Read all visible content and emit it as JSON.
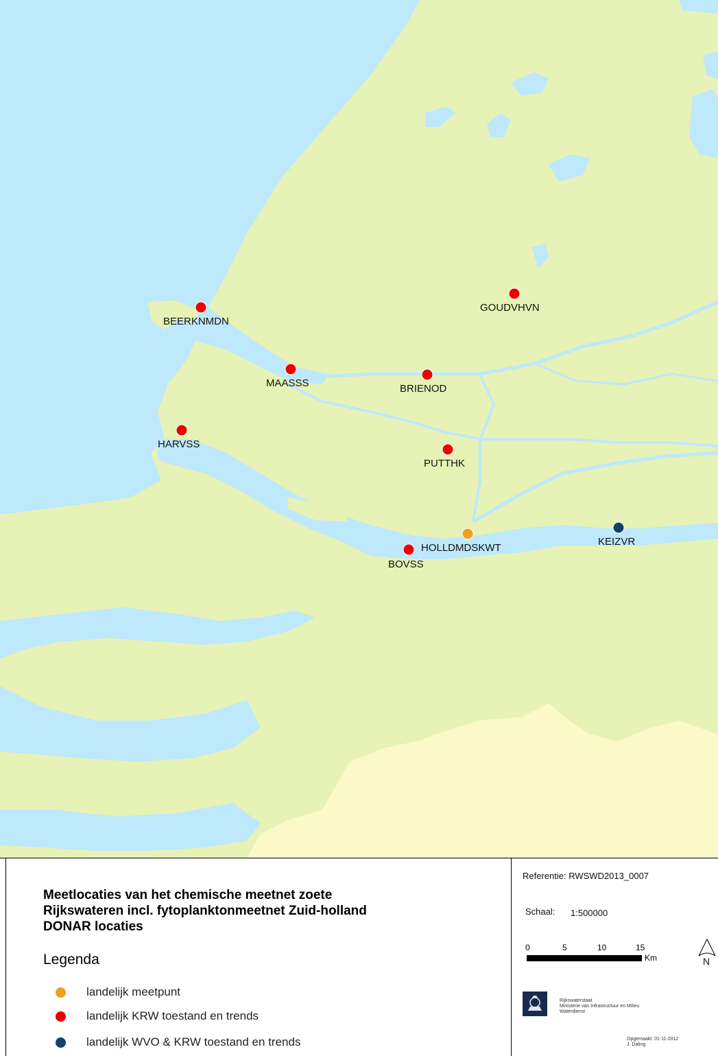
{
  "locations": [
    {
      "id": "BEERKNMDN",
      "label": "BEERKNMDN",
      "type": "krw"
    },
    {
      "id": "GOUDVHVN",
      "label": "GOUDVHVN",
      "type": "krw"
    },
    {
      "id": "MAASSS",
      "label": "MAASSS",
      "type": "krw"
    },
    {
      "id": "BRIENOD",
      "label": "BRIENOD",
      "type": "krw"
    },
    {
      "id": "HARVSS",
      "label": "HARVSS",
      "type": "krw"
    },
    {
      "id": "PUTTHK",
      "label": "PUTTHK",
      "type": "krw"
    },
    {
      "id": "BOVSS",
      "label": "BOVSS",
      "type": "krw"
    },
    {
      "id": "HOLLDMDSKWT",
      "label": "HOLLDMDSKWT",
      "type": "meetpunt"
    },
    {
      "id": "KEIZVR",
      "label": "KEIZVR",
      "type": "wvo"
    }
  ],
  "colors": {
    "water": "#bee8fb",
    "land": "#e6f2b6",
    "belgium": "#fbf9c7",
    "meetpunt": "#f0a020",
    "krw": "#ee0000",
    "wvo": "#12406a"
  },
  "footer": {
    "title_lines": [
      "Meetlocaties van het chemische meetnet zoete",
      "Rijkswateren incl. fytoplanktonmeetnet Zuid-holland",
      "DONAR locaties"
    ],
    "legend_title": "Legenda",
    "legend": [
      {
        "label": "landelijk meetpunt",
        "type": "meetpunt"
      },
      {
        "label": "landelijk KRW toestand en trends",
        "type": "krw"
      },
      {
        "label": "landelijk WVO & KRW  toestand en trends",
        "type": "wvo"
      }
    ],
    "reference": "Referentie: RWSWD2013_0007",
    "scale_label": "Schaal:",
    "scale_value": "1:500000",
    "scale_ticks": [
      "0",
      "5",
      "10",
      "15"
    ],
    "scale_unit": "Km",
    "north": "N",
    "org_lines": [
      "Rijkswaterstaat",
      "Ministerie van Infrastructuur en Milieu",
      "Waterdienst"
    ],
    "made_lines": [
      "Opgemaakt: 01-11-2012",
      "J. Daling"
    ]
  }
}
